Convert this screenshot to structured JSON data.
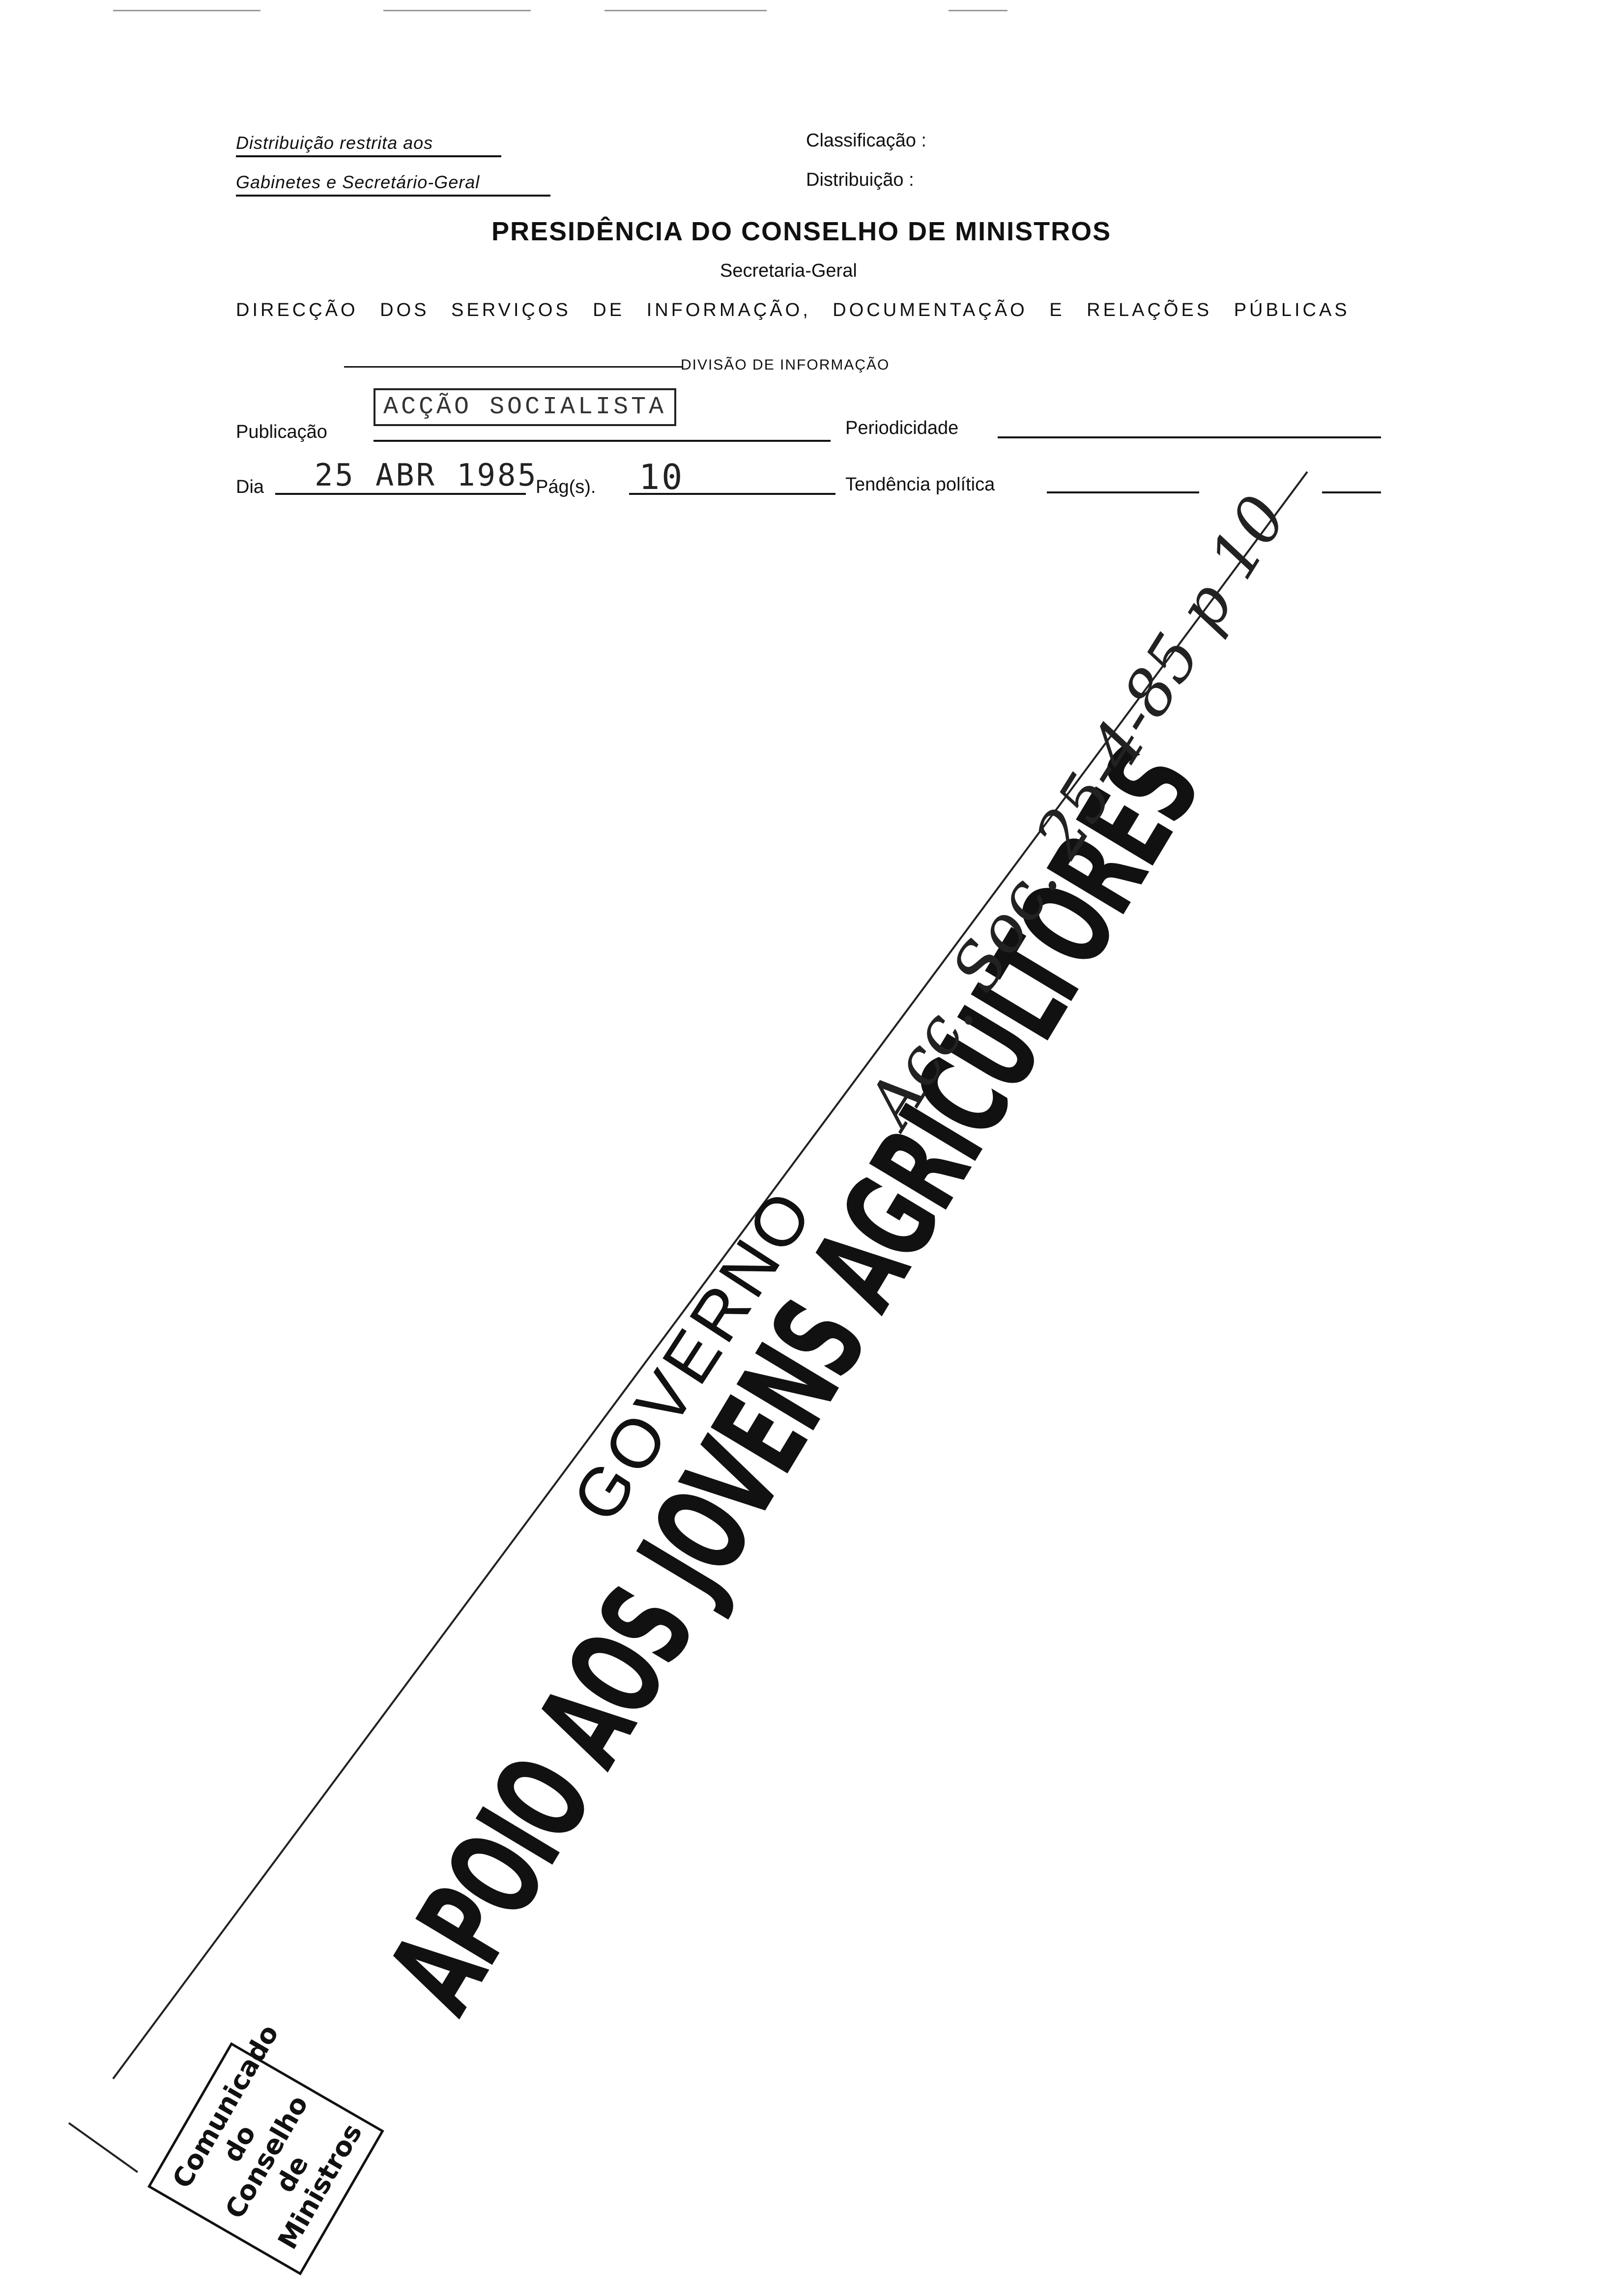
{
  "header": {
    "restricted_line1": "Distribuição restrita aos",
    "restricted_line2": "Gabinetes e Secretário-Geral",
    "classificacao_label": "Classificação :",
    "distribuicao_label": "Distribuição :",
    "org_title": "PRESIDÊNCIA DO CONSELHO DE MINISTROS",
    "secretaria": "Secretaria-Geral",
    "direccao": "DIRECÇÃO DOS SERVIÇOS DE INFORMAÇÃO, DOCUMENTAÇÃO E RELAÇÕES PÚBLICAS",
    "divisao": "DIVISÃO DE INFORMAÇÃO"
  },
  "form": {
    "publicacao_label": "Publicação",
    "publicacao_value": "ACÇÃO SOCIALISTA",
    "periodicidade_label": "Periodicidade",
    "dia_label": "Dia",
    "dia_value": "25 ABR 1985",
    "pags_label": "Pág(s).",
    "pags_value": "10",
    "tendencia_label": "Tendência política"
  },
  "clipping": {
    "kicker": "GOVERNO",
    "headline": "APOIO AOS JOVENS AGRICULTORES",
    "handwritten_note": "Acc. Soc. 25-4-85 p 10",
    "box_line1": "Comunicado",
    "box_line2": "do Conselho",
    "box_line3": "de Ministros"
  }
}
